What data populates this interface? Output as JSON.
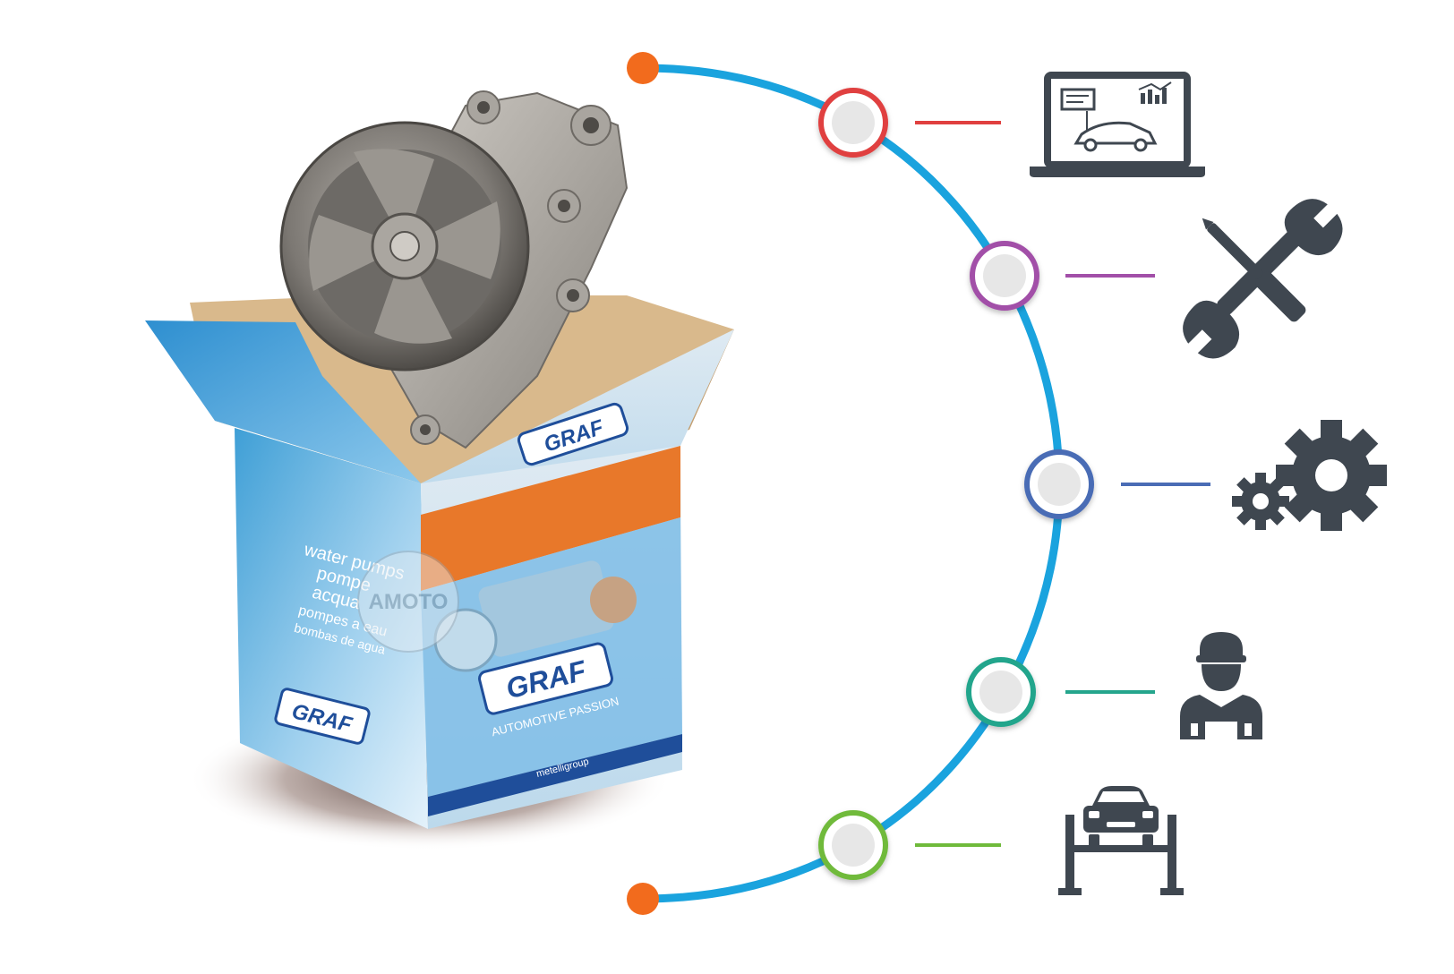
{
  "product_box": {
    "brand_logo": "GRAF",
    "tagline": "AUTOMOTIVE PASSION",
    "side_text": [
      "water pumps",
      "pompe",
      "acqua",
      "pompes a eau",
      "bombas de agua"
    ],
    "footer_text": "metelligroup",
    "watermark": "AMOTO",
    "colors": {
      "box_blue": "#3f9fd6",
      "box_light": "#d8ecf8",
      "orange_band": "#e8782a",
      "cardboard": "#d9b98c"
    }
  },
  "timeline": {
    "arc_color": "#1aa3de",
    "endpoint_color": "#f26b1d",
    "nodes": [
      {
        "ring_color": "#e0403f",
        "icon": "laptop-diagnostics-icon"
      },
      {
        "ring_color": "#a24fa8",
        "icon": "wrench-screwdriver-icon"
      },
      {
        "ring_color": "#4a6cb5",
        "icon": "gears-icon"
      },
      {
        "ring_color": "#24a58c",
        "icon": "mechanic-icon"
      },
      {
        "ring_color": "#6fba3b",
        "icon": "car-lift-icon"
      }
    ]
  },
  "icon_color": "#3f4750"
}
